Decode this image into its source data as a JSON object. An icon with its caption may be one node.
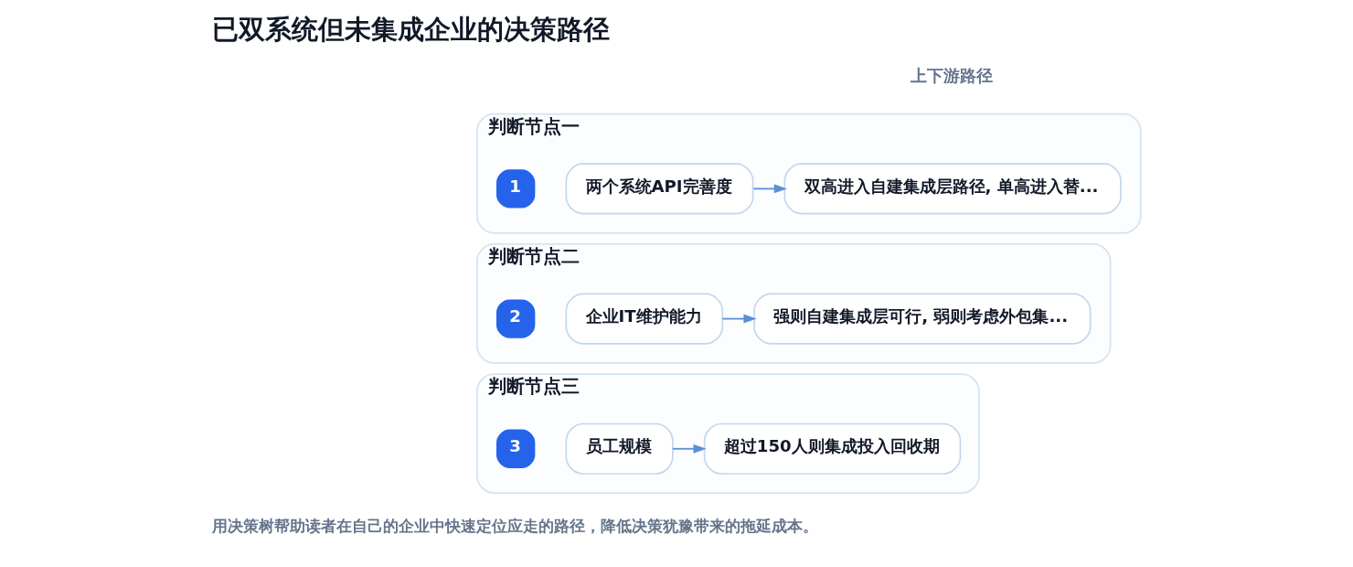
{
  "diagram": {
    "title": "已双系统但未集成企业的决策路径",
    "caption": "用决策树帮助读者在自己的企业中快速定位应走的路径，降低决策犹豫带来的拖延成本。",
    "nodes": [
      {
        "text": [
          "判断节点一"
        ]
      },
      {
        "text": [
          "1"
        ],
        "in": 0
      },
      {
        "text": [
          "两个系统API完善度"
        ],
        "in": 0
      },
      {
        "text": [
          "双高进入自建集成层路径, 单高进入替..."
        ],
        "in": 0
      },
      {
        "text": [
          "判断节点二"
        ]
      },
      {
        "text": [
          "2"
        ],
        "in": 4
      },
      {
        "text": [
          "企业IT维护能力"
        ],
        "in": 4
      },
      {
        "text": [
          "强则自建集成层可行, 弱则考虑外包集..."
        ],
        "in": 4
      },
      {
        "text": [
          "判断节点三"
        ]
      },
      {
        "text": [
          "3"
        ],
        "in": 8
      },
      {
        "text": [
          "员工规模"
        ],
        "in": 8
      },
      {
        "text": [
          "超过150人则集成投入回收期"
        ],
        "in": 8
      }
    ],
    "edges": [
      {
        "from": 2,
        "to": 3,
        "arrow": "to"
      },
      {
        "from": 6,
        "to": 7,
        "arrow": "to"
      },
      {
        "from": 10,
        "to": 11,
        "arrow": "to"
      }
    ],
    "labels": [
      "上下游路径"
    ]
  }
}
